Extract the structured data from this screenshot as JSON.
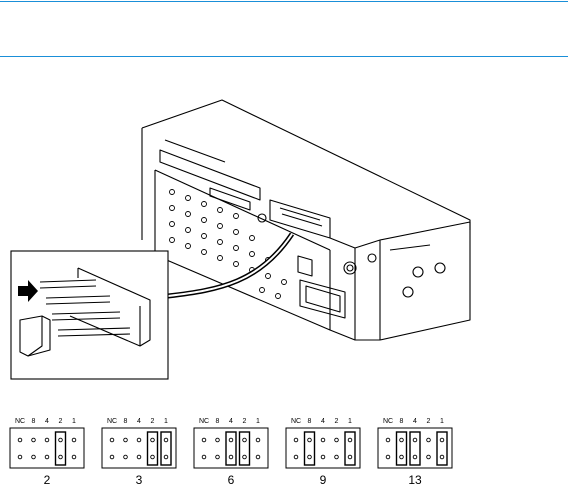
{
  "jumper_header_labels": [
    "NC",
    "8",
    "4",
    "2",
    "1"
  ],
  "jumper_settings": [
    {
      "id_label": "2",
      "jumpered": [
        false,
        false,
        false,
        true,
        false
      ]
    },
    {
      "id_label": "3",
      "jumpered": [
        false,
        false,
        false,
        true,
        true
      ]
    },
    {
      "id_label": "6",
      "jumpered": [
        false,
        false,
        true,
        true,
        false
      ]
    },
    {
      "id_label": "9",
      "jumpered": [
        false,
        true,
        false,
        false,
        true
      ]
    },
    {
      "id_label": "13",
      "jumpered": [
        false,
        true,
        true,
        false,
        true
      ]
    }
  ],
  "colors": {
    "rule": "#1a8fd8",
    "line": "#000000",
    "arrow": "#000000"
  }
}
